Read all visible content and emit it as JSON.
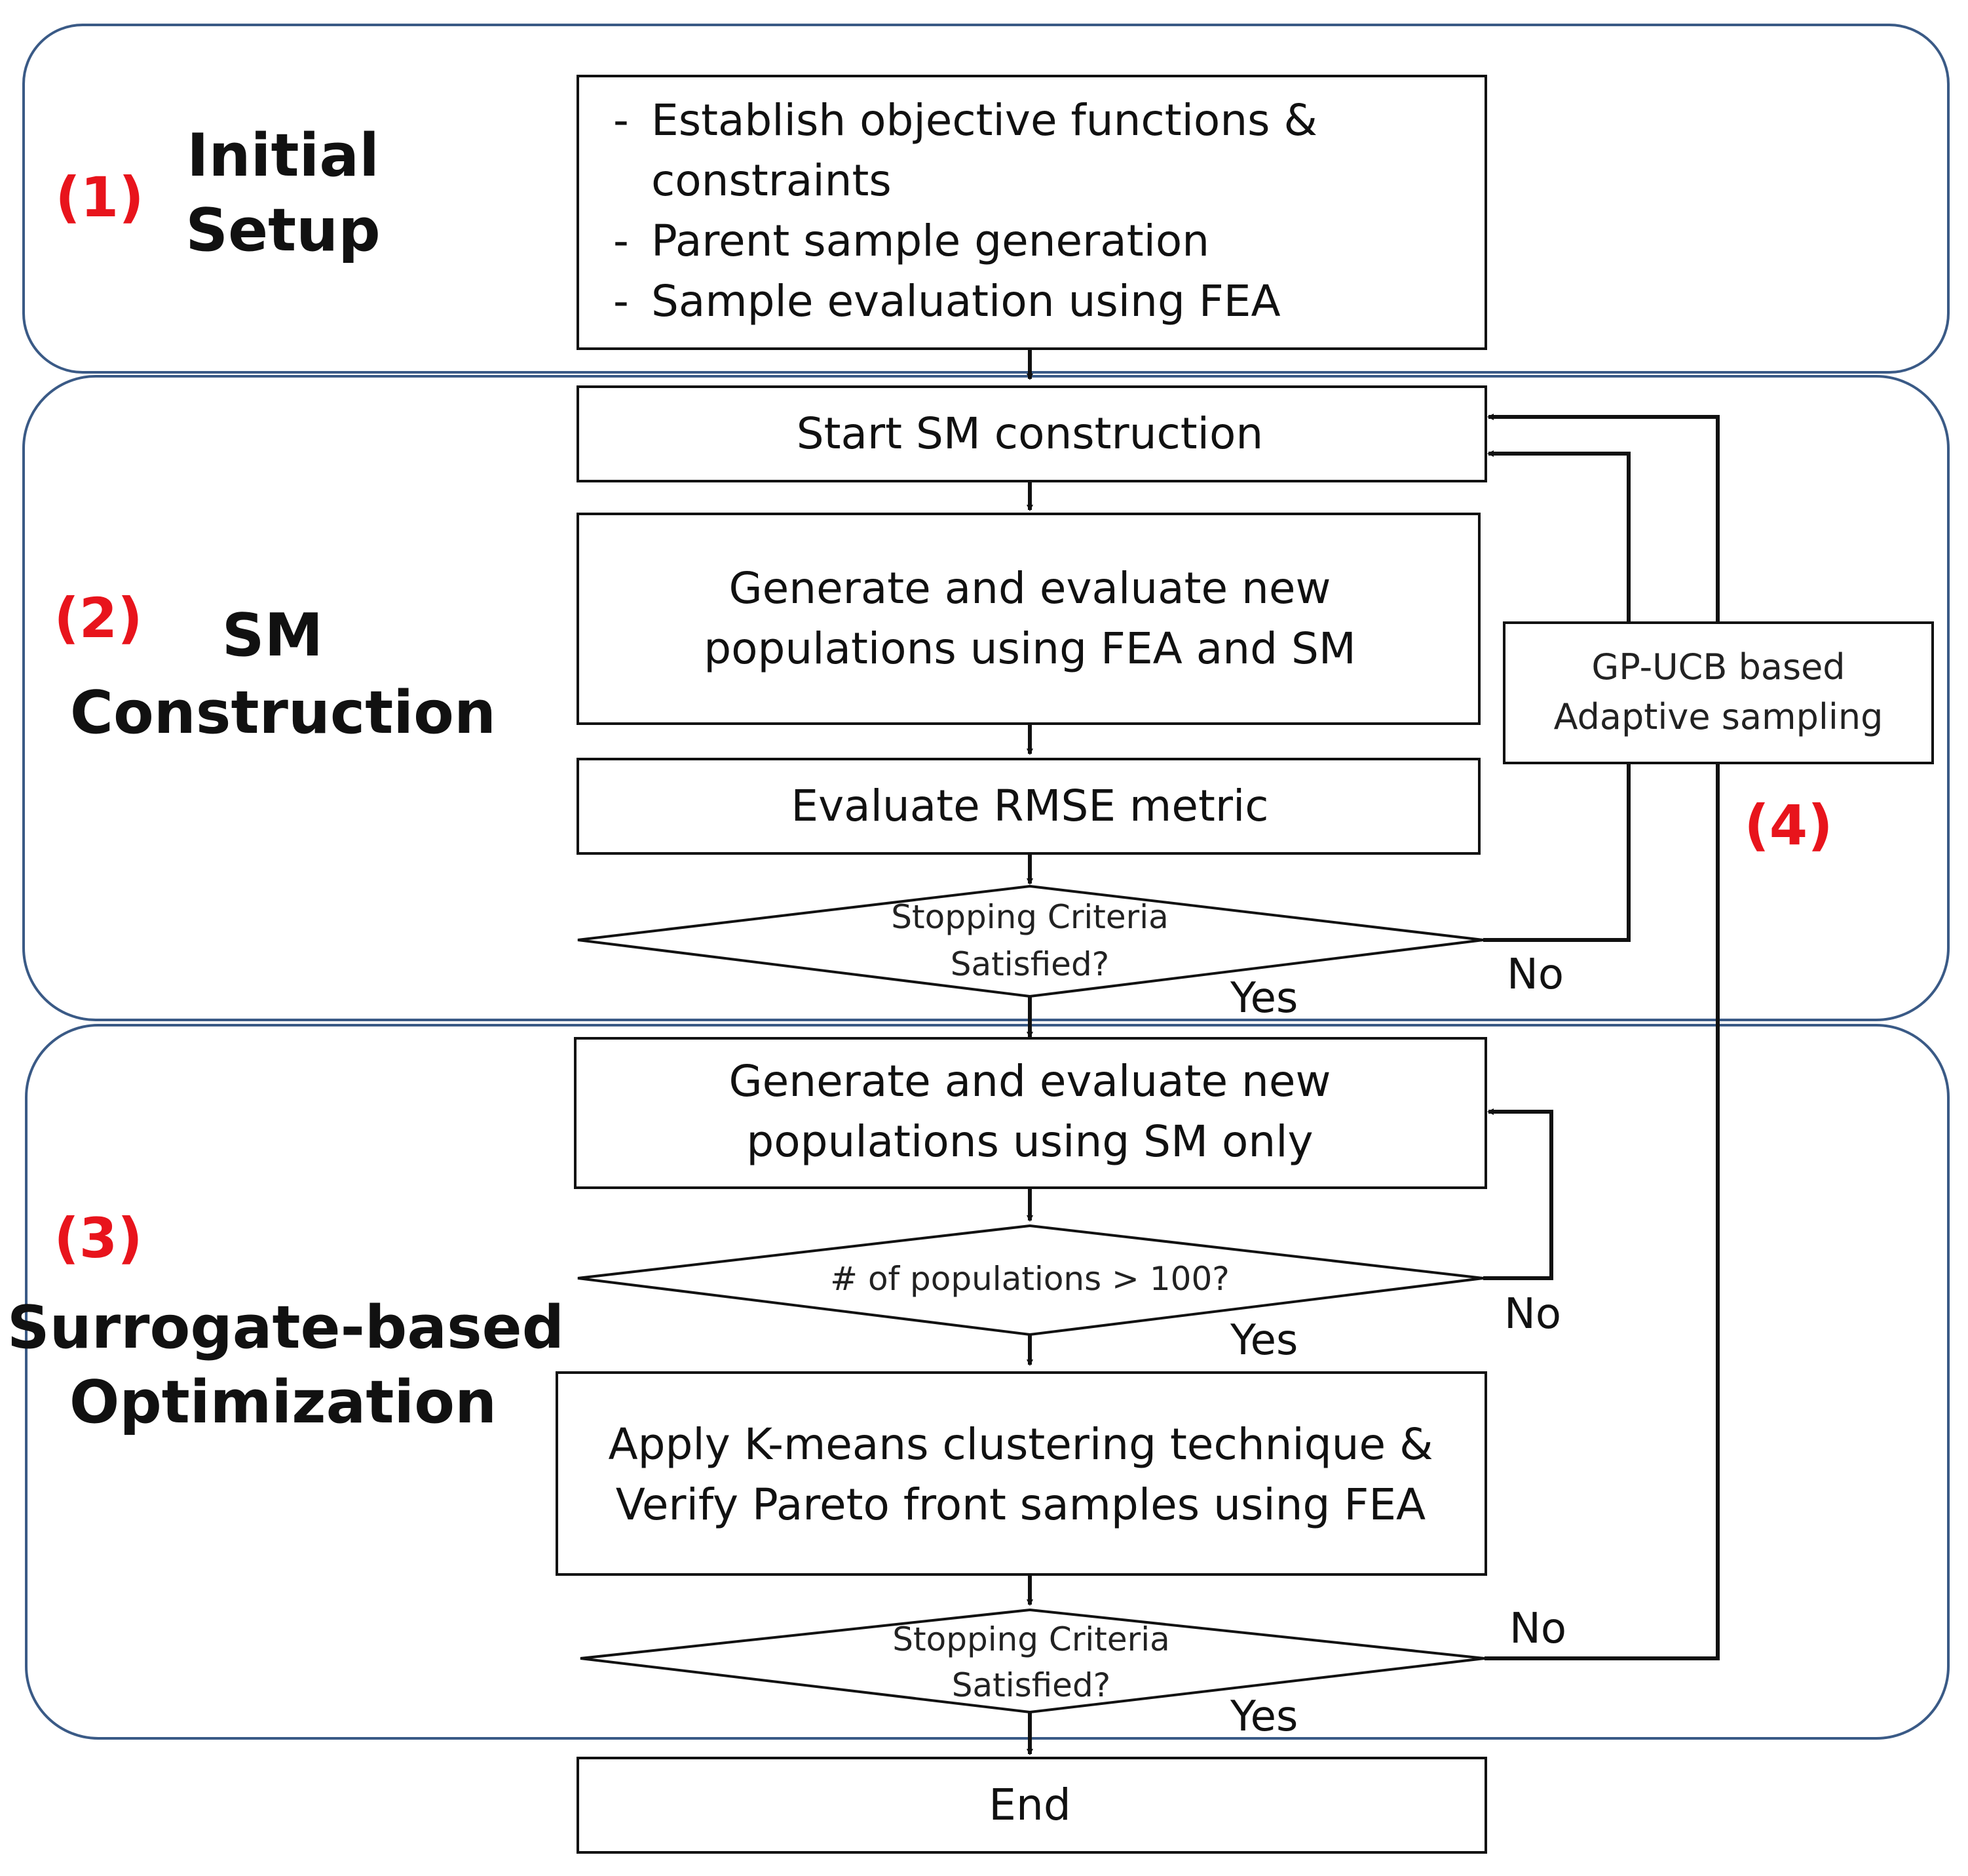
{
  "colors": {
    "stage_number": "#e8141c",
    "stage_border": "#3a5a86",
    "text": "#111111"
  },
  "stages": {
    "s1": {
      "number": "(1)",
      "title_line1": "Initial",
      "title_line2": "Setup"
    },
    "s2": {
      "number": "(2)",
      "title_line1": "SM",
      "title_line2": "Construction"
    },
    "s3": {
      "number": "(3)",
      "title_line1": "Surrogate-based",
      "title_line2": "Optimization"
    },
    "s4": {
      "number": "(4)"
    }
  },
  "setup_box": {
    "bullet": "-",
    "item1_line1": "Establish objective functions &",
    "item1_line2": "constraints",
    "item2": "Parent sample generation",
    "item3": "Sample evaluation using FEA"
  },
  "start_sm": "Start SM construction",
  "generate_fea_sm": {
    "line1": "Generate and evaluate new",
    "line2": "populations using FEA and SM"
  },
  "evaluate_rmse": "Evaluate RMSE metric",
  "stop1": {
    "line1": "Stopping Criteria",
    "line2": "Satisfied?"
  },
  "gpucb": {
    "line1": "GP-UCB based",
    "line2": "Adaptive sampling"
  },
  "generate_sm_only": {
    "line1": "Generate and evaluate new",
    "line2": "populations using SM only"
  },
  "populations_check": "# of populations > 100?",
  "kmeans": {
    "line1": "Apply K-means clustering technique &",
    "line2": "Verify Pareto front samples using FEA"
  },
  "stop2": {
    "line1": "Stopping Criteria",
    "line2": "Satisfied?"
  },
  "end": "End",
  "labels": {
    "yes": "Yes",
    "no": "No"
  }
}
